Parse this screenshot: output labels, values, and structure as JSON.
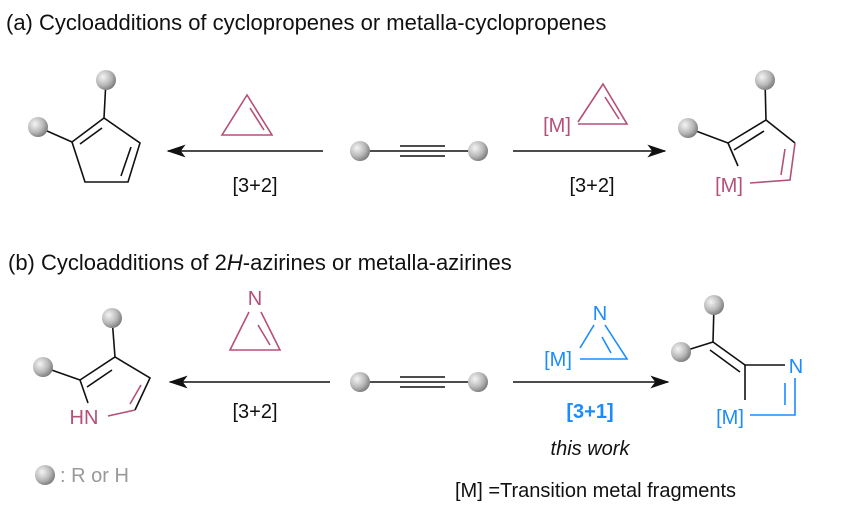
{
  "section_a": {
    "title": "(a) Cycloadditions of cyclopropenes or metalla-cyclopropenes",
    "left_arrow_label": "[3+2]",
    "right_arrow_label": "[3+2]",
    "metal_reagent_label": "[M]",
    "product_metal_label": "[M]"
  },
  "section_b": {
    "title_prefix": "(b) Cycloadditions of 2",
    "title_italic": "H",
    "title_suffix": "-azirines or metalla-azirines",
    "azirine_n_label": "N",
    "pyrrole_nh_label": "HN",
    "left_arrow_label": "[3+2]",
    "metal_reagent_label": "[M]",
    "metal_reagent_n_label": "N",
    "right_arrow_label": "[3+1]",
    "this_work": "this work",
    "product_n_label": "N",
    "product_metal_label": "[M]"
  },
  "legend": {
    "sphere_label": ": R or H",
    "metal_definition": "[M] =Transition metal fragments"
  },
  "colors": {
    "pink": "#b5507a",
    "blue": "#1a8cff",
    "gray": "#999999"
  }
}
